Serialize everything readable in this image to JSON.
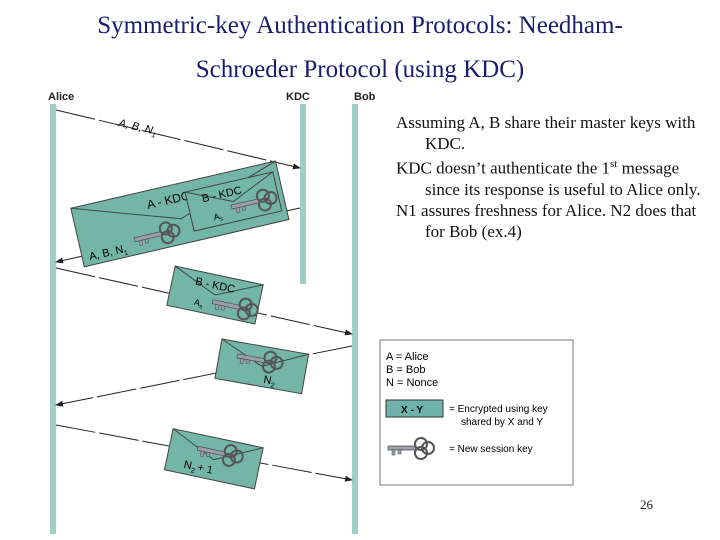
{
  "title": {
    "line1": "Symmetric-key Authentication Protocols: Needham-",
    "line2": "Schroeder Protocol (using KDC)"
  },
  "actors": {
    "alice": "Alice",
    "kdc": "KDC",
    "bob": "Bob"
  },
  "messages": {
    "m1": {
      "text": "A, B, N",
      "sub": "1"
    },
    "envelope_outer_label": "A - KDC",
    "envelope_outer_text": "A, B, N",
    "envelope_outer_sub": "1",
    "envelope_inner_label": "B - KDC",
    "envelope_inner_text": "A",
    "envelope_inner_sub": "s",
    "fwd_label": "B - KDC",
    "fwd_text": "A",
    "fwd_sub": "s",
    "nonce_text": "N",
    "nonce_sub": "2",
    "reply_text": "N",
    "reply_sub": "2",
    "reply_tail": "+ 1"
  },
  "notes": [
    "Assuming A, B share their master keys with KDC.",
    "KDC doesn’t authenticate the 1",
    "message since its response is useful to Alice only.",
    "N1 assures freshness for Alice. N2 does that for Bob (ex.4)"
  ],
  "notes_sup": "st",
  "legend": {
    "a": "A = Alice",
    "b": "B = Bob",
    "n": "N = Nonce",
    "box_label": "X - Y",
    "encrypted_1": "= Encrypted using key",
    "encrypted_2": "shared by X and Y",
    "key_desc": "= New session key"
  },
  "page_number": "26",
  "colors": {
    "title": "#1c1c6e",
    "envelope": "#73b6a5",
    "legend_box": "#6fb1ab"
  }
}
